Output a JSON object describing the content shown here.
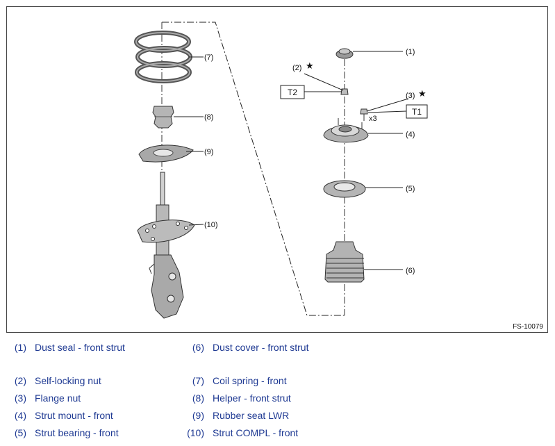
{
  "figure_code": "FS-10079",
  "callouts": {
    "c1": "(1)",
    "c2": "(2)",
    "c3": "(3)",
    "c4": "(4)",
    "c5": "(5)",
    "c6": "(6)",
    "c7": "(7)",
    "c8": "(8)",
    "c9": "(9)",
    "c10": "(10)"
  },
  "star": "★",
  "torque": {
    "t1": "T1",
    "t2": "T2"
  },
  "qty": "x3",
  "legend": [
    {
      "num": "(1)",
      "label": "Dust seal - front strut"
    },
    {
      "num": "(6)",
      "label": "Dust cover - front strut"
    },
    {
      "num": "(2)",
      "label": "Self-locking nut"
    },
    {
      "num": "(7)",
      "label": "Coil spring - front"
    },
    {
      "num": "(3)",
      "label": "Flange nut"
    },
    {
      "num": "(8)",
      "label": "Helper - front strut"
    },
    {
      "num": "(4)",
      "label": "Strut mount - front"
    },
    {
      "num": "(9)",
      "label": "Rubber seat LWR"
    },
    {
      "num": "(5)",
      "label": "Strut bearing - front"
    },
    {
      "num": "(10)",
      "label": "Strut COMPL - front"
    }
  ]
}
